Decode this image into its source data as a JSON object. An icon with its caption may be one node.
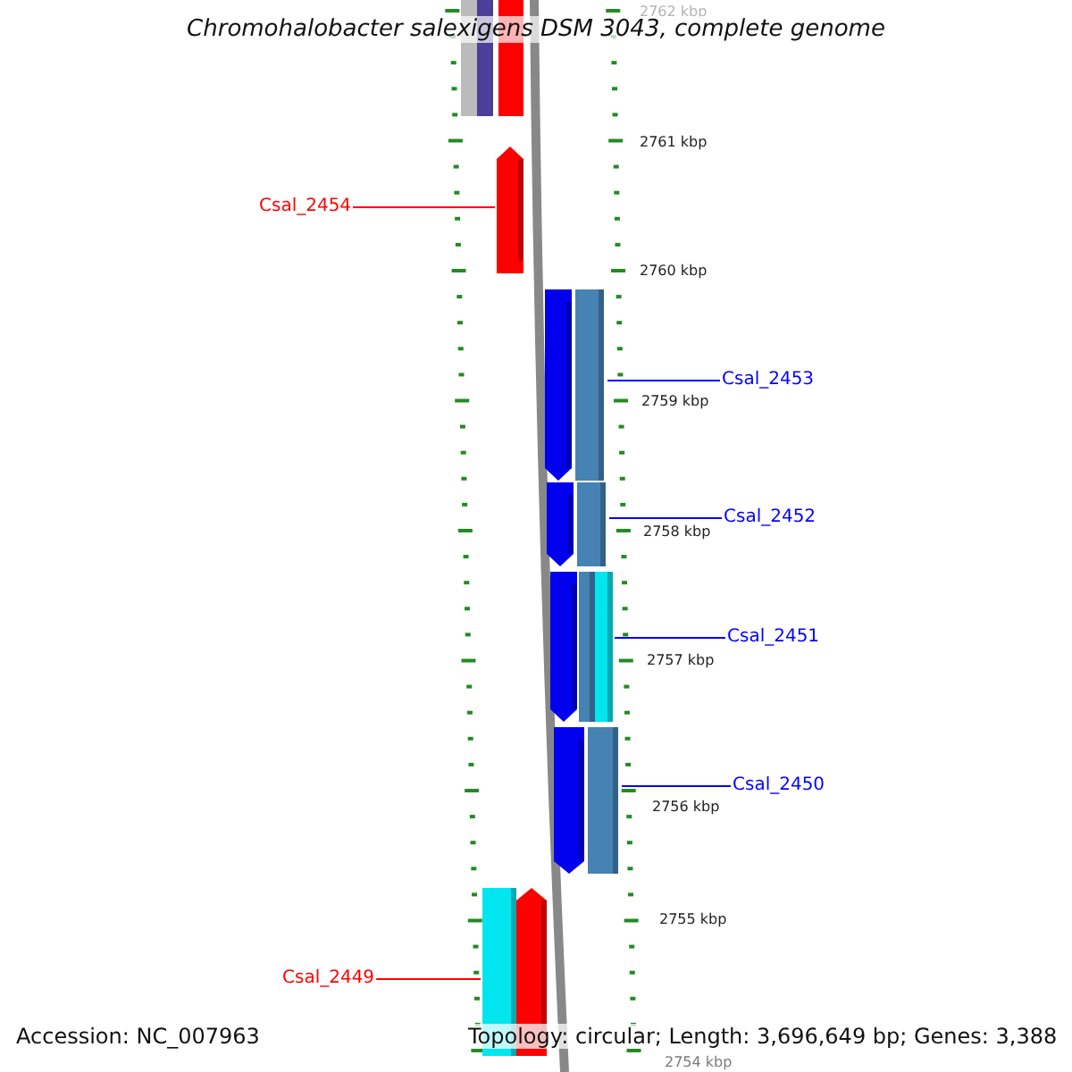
{
  "diagram": {
    "title": "Chromohalobacter salexigens DSM 3043, complete genome",
    "nodes": [
      {
        "text": [
          "Csal_2454"
        ]
      },
      {
        "text": [],
        "shape": "bar"
      },
      {
        "text": [
          "Csal_2453"
        ]
      },
      {
        "text": [],
        "shape": "bar"
      },
      {
        "text": [
          "Csal_2452"
        ]
      },
      {
        "text": [],
        "shape": "bar"
      },
      {
        "text": [
          "Csal_2451"
        ]
      },
      {
        "text": [],
        "shape": "bar"
      },
      {
        "text": [
          "Csal_2450"
        ]
      },
      {
        "text": [],
        "shape": "bar"
      },
      {
        "text": [
          "Csal_2449"
        ]
      },
      {
        "text": [],
        "shape": "bar"
      }
    ],
    "edges": [
      {
        "from": 0,
        "to": 1,
        "arrow": "none",
        "color": "#ff0000"
      },
      {
        "from": 2,
        "to": 3,
        "arrow": "none"
      },
      {
        "from": 4,
        "to": 5,
        "arrow": "none"
      },
      {
        "from": 6,
        "to": 7,
        "arrow": "none"
      },
      {
        "from": 8,
        "to": 9,
        "arrow": "none"
      },
      {
        "from": 10,
        "to": 11,
        "arrow": "none",
        "color": "#ff0000"
      }
    ],
    "labels": [
      "2762 kbp",
      "2761 kbp",
      "2760 kbp",
      "2759 kbp",
      "2758 kbp",
      "2757 kbp",
      "2756 kbp",
      "2755 kbp",
      "2754 kbp",
      "Accession: NC_007963",
      "Topology: circular; Length: 3,696,649 bp; Genes: 3,388"
    ]
  }
}
